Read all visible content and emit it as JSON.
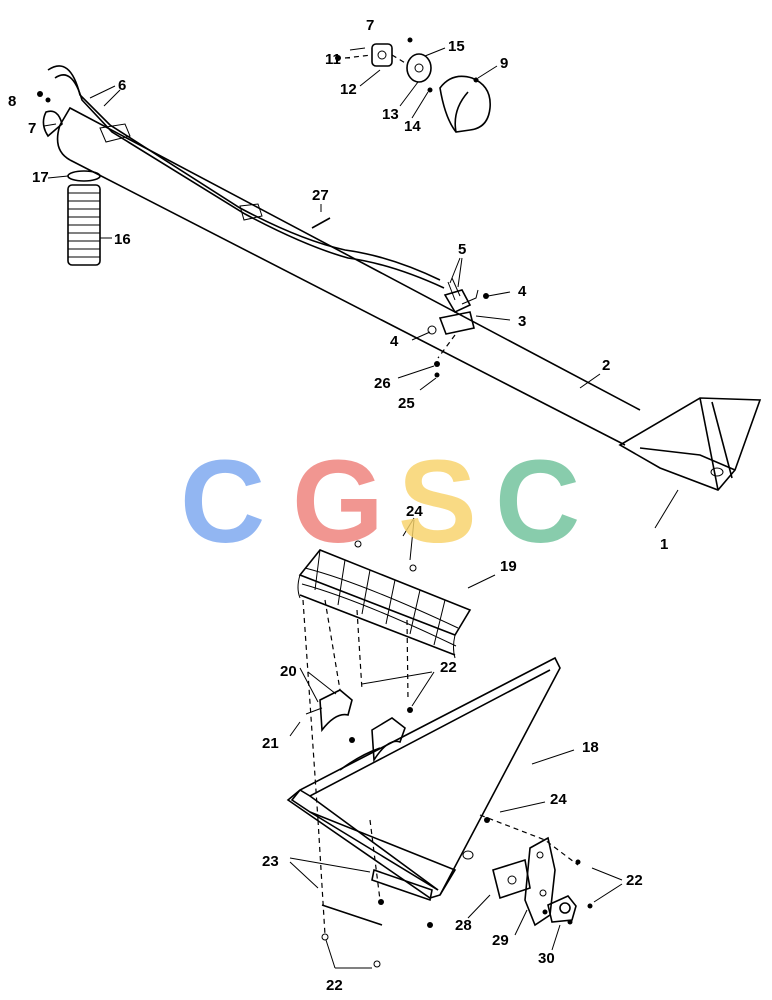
{
  "diagram": {
    "callouts": {
      "c1": "1",
      "c2": "2",
      "c3": "3",
      "c4a": "4",
      "c4b": "4",
      "c5": "5",
      "c6": "6",
      "c7a": "7",
      "c7b": "7",
      "c8": "8",
      "c9": "9",
      "c11": "11",
      "c12": "12",
      "c13": "13",
      "c14": "14",
      "c15": "15",
      "c16": "16",
      "c17": "17",
      "c18": "18",
      "c19": "19",
      "c20": "20",
      "c21": "21",
      "c22a": "22",
      "c22b": "22",
      "c22c": "22",
      "c23": "23",
      "c24a": "24",
      "c24b": "24",
      "c25": "25",
      "c26": "26",
      "c27": "27",
      "c28": "28",
      "c29": "29",
      "c30": "30"
    }
  },
  "watermark": {
    "letters": [
      "C",
      "G",
      "S",
      "C"
    ],
    "colors": [
      "#7ba7f0",
      "#ef7f7a",
      "#f8d36a",
      "#6fc19a"
    ]
  }
}
